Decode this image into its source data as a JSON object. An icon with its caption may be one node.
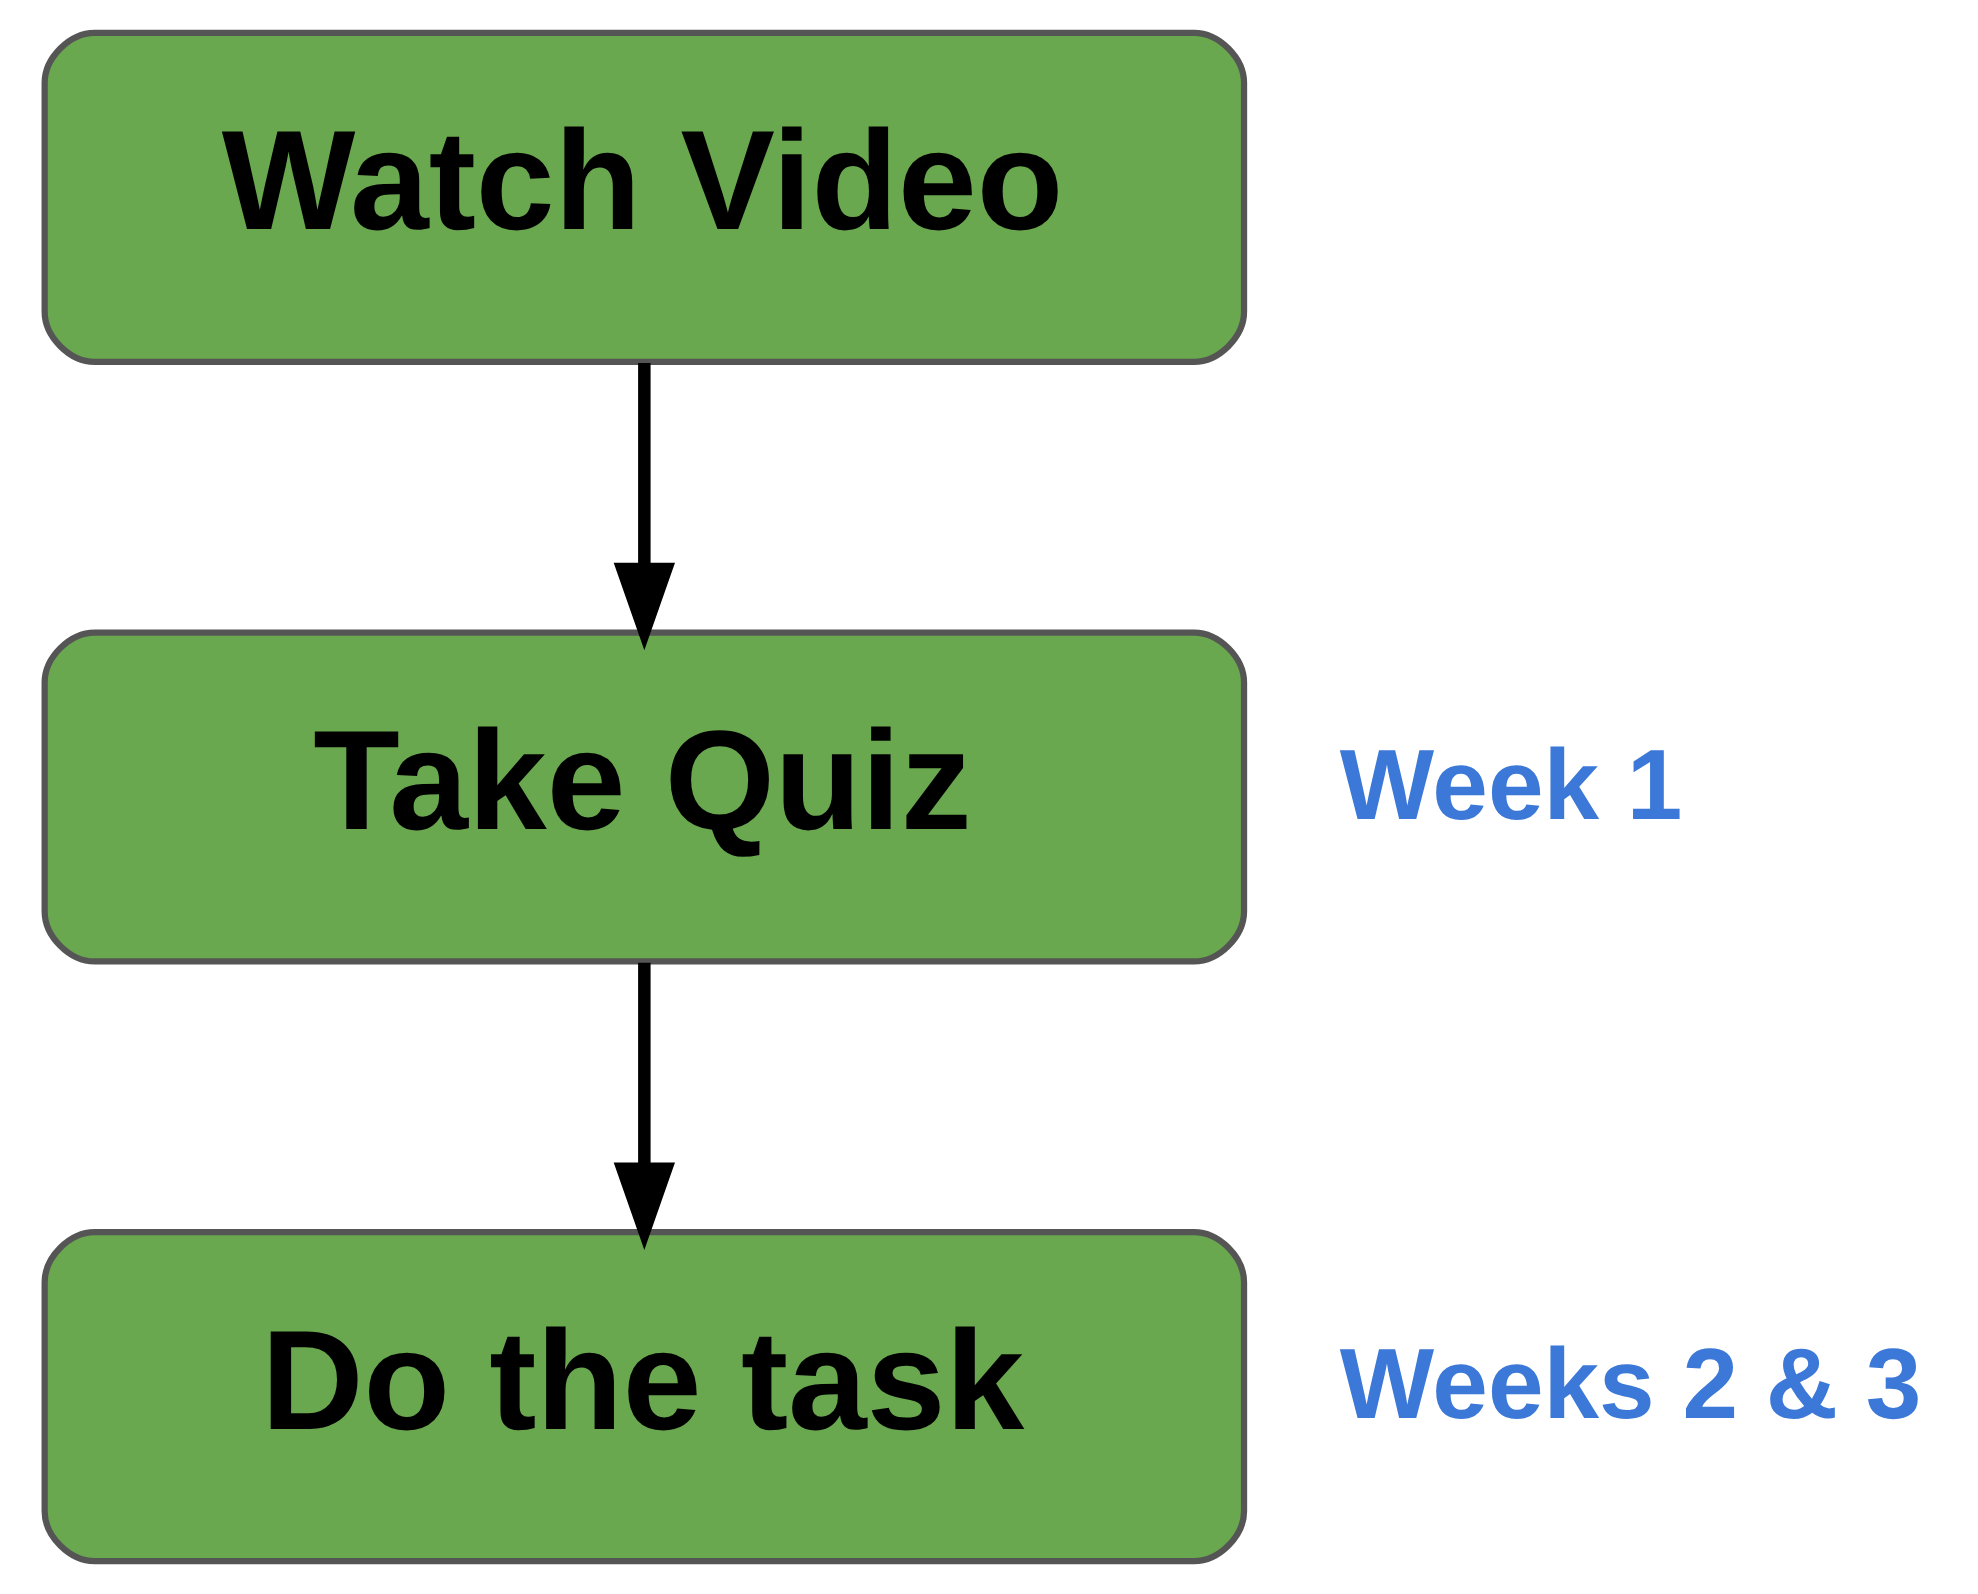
{
  "diagram": {
    "nodes": [
      {
        "text": [
          "Watch Video"
        ]
      },
      {
        "text": [
          "Take Quiz"
        ]
      },
      {
        "text": [
          "Do the task"
        ],
        "beside": [
          "Weeks 2 & 3"
        ]
      }
    ],
    "edges": [
      {
        "from": 0,
        "to": 1,
        "arrow": "to"
      },
      {
        "from": 1,
        "to": 2,
        "arrow": "to"
      }
    ],
    "labels": [
      "Week 1"
    ]
  }
}
